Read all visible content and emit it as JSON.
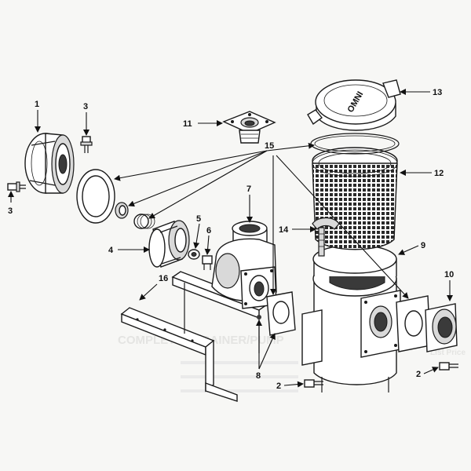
{
  "callouts": {
    "c1": "1",
    "c2a": "2",
    "c2b": "2",
    "c3a": "3",
    "c3b": "3",
    "c4": "4",
    "c5": "5",
    "c6": "6",
    "c7": "7",
    "c8": "8",
    "c9": "9",
    "c10": "10",
    "c11": "11",
    "c12": "12",
    "c13": "13",
    "c14": "14",
    "c15": "15",
    "c16": "16"
  },
  "background_text": {
    "heading": "COMPLETE STRAINER/PUMP",
    "col_right": "List Price"
  },
  "lid_logo": "OMNI"
}
